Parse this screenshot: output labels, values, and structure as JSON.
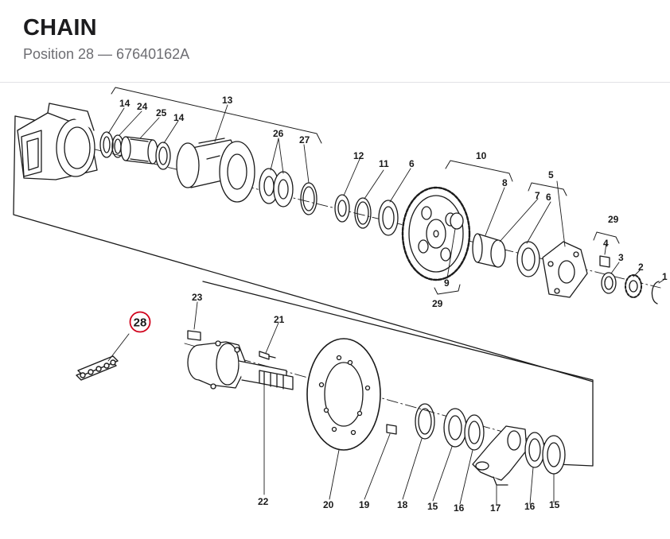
{
  "header": {
    "title": "CHAIN",
    "subtitle": "Position 28 — 67640162A"
  },
  "diagram": {
    "highlighted_callout": "28",
    "highlight_color": "#d0021b",
    "callouts": {
      "c14a": "14",
      "c24": "24",
      "c25": "25",
      "c14b": "14",
      "c13": "13",
      "c26": "26",
      "c27": "27",
      "c12": "12",
      "c11": "11",
      "c6a": "6",
      "c10": "10",
      "c8": "8",
      "c7": "7",
      "c6b": "6",
      "c5": "5",
      "c29a": "29",
      "c4": "4",
      "c3": "3",
      "c2": "2",
      "c1": "1",
      "c9": "9",
      "c29b": "29",
      "c23": "23",
      "c21": "21",
      "c22": "22",
      "c20": "20",
      "c19": "19",
      "c18": "18",
      "c15a": "15",
      "c16a": "16",
      "c17": "17",
      "c16b": "16",
      "c15b": "15",
      "c28": "28"
    }
  }
}
